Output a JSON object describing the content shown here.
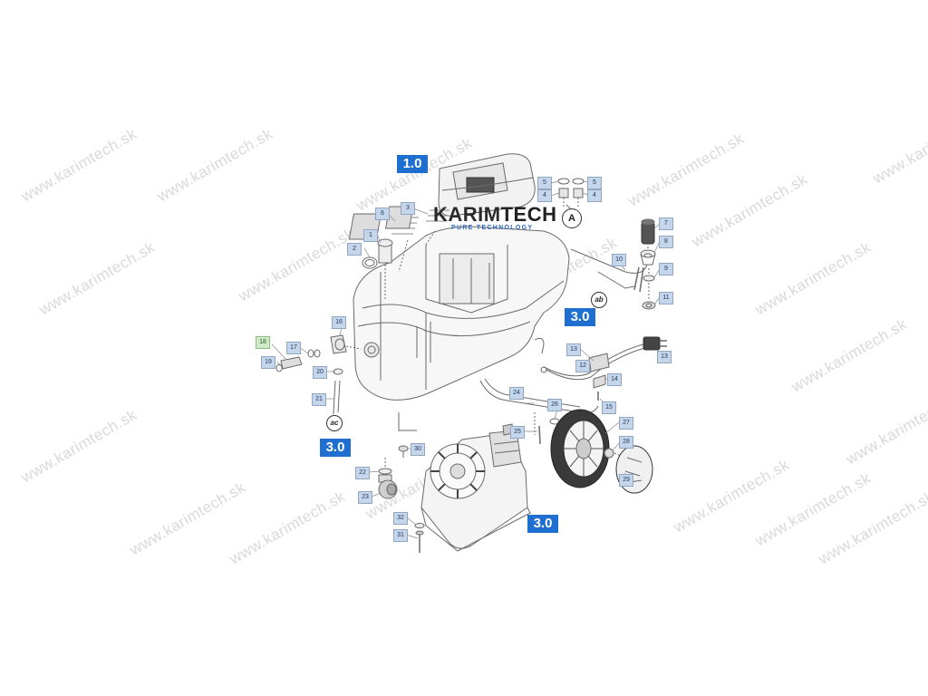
{
  "watermark": "www.karimtech.sk",
  "logo": {
    "name_part1": "KARIM",
    "name_part2": "TECH",
    "tagline": "PURE TECHNOLOGY"
  },
  "sections": {
    "s1": "1.0",
    "s2": "3.0",
    "s3": "3.0",
    "s4": "3.0"
  },
  "callouts": {
    "a": "A",
    "ab": "ab",
    "ac": "ac"
  },
  "parts": {
    "p1": "1",
    "p2": "2",
    "p3": "3",
    "p4a": "4",
    "p4b": "4",
    "p5a": "5",
    "p5b": "5",
    "p6": "6",
    "p7": "7",
    "p8": "8",
    "p9": "9",
    "p10": "10",
    "p11": "11",
    "p12": "12",
    "p13a": "13",
    "p13b": "13",
    "p14": "14",
    "p15": "15",
    "p16": "16",
    "p17": "17",
    "p18": "18",
    "p19": "19",
    "p20": "20",
    "p21": "21",
    "p22": "22",
    "p23": "23",
    "p24": "24",
    "p25": "25",
    "p26": "26",
    "p27": "27",
    "p28": "28",
    "p29": "29",
    "p30": "30",
    "p31": "31",
    "p32": "32"
  },
  "colors": {
    "section_badge": "#1f6fd1",
    "part_label": "#c6d6ea",
    "part_label_highlight": "#cfe9c9",
    "line": "#6a6a6a"
  }
}
